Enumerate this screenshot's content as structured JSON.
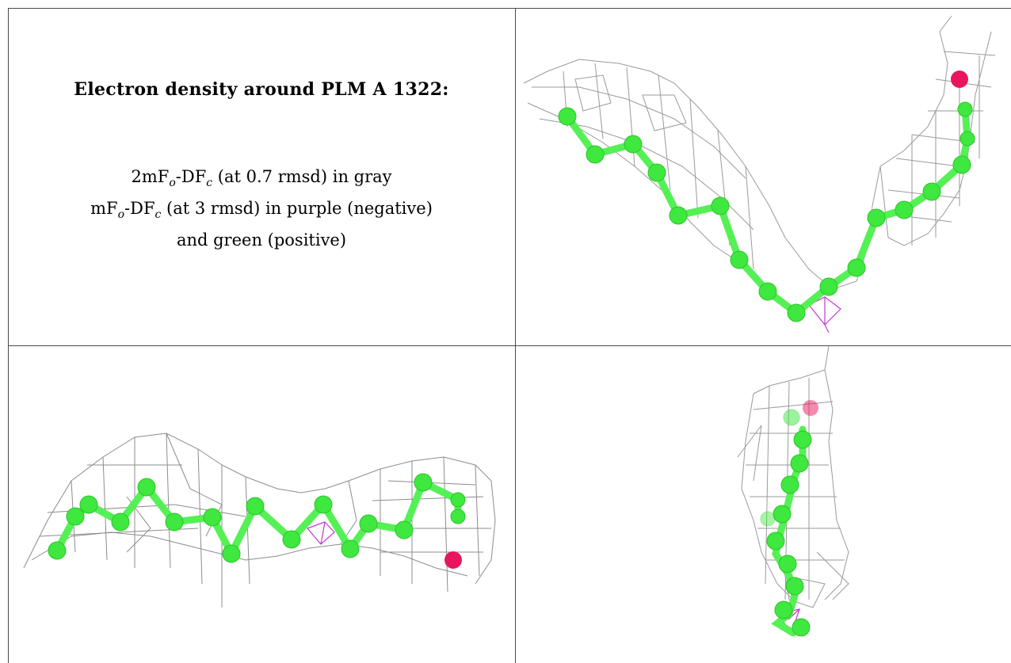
{
  "title": "Electron density around PLM A 1322:",
  "legend": {
    "line1": {
      "prefix": "2mF",
      "sub1": "o",
      "mid": "-DF",
      "sub2": "c",
      "suffix": " (at 0.7 rmsd) in gray"
    },
    "line2": {
      "prefix": "mF",
      "sub1": "o",
      "mid": "-DF",
      "sub2": "c",
      "suffix": " (at 3 rmsd) in purple (negative)"
    },
    "line3": "and green (positive)"
  },
  "colors": {
    "mesh_gray": "#8c8c8c",
    "atom_green": "#3ee83e",
    "bond_green": "#55f055",
    "oxygen_red": "#e8175d",
    "negative_purple": "#c23ad0",
    "frame": "#4a4a4a"
  }
}
